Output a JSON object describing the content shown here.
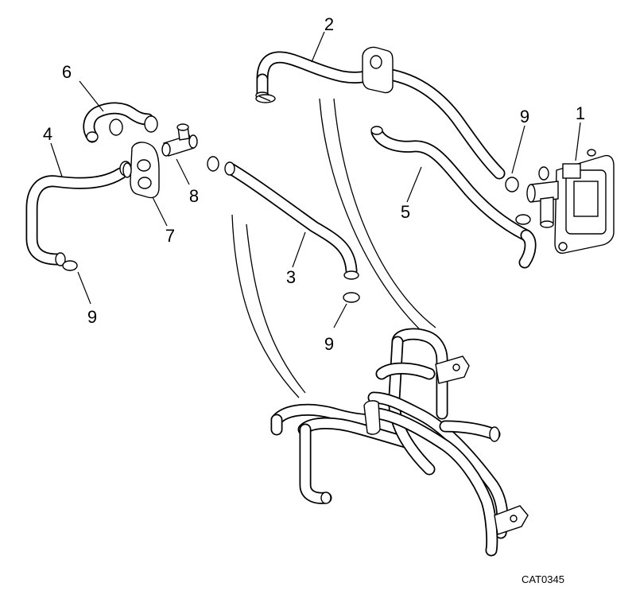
{
  "diagram": {
    "labels": {
      "p1": "1",
      "p2": "2",
      "p3": "3",
      "p4": "4",
      "p5": "5",
      "p6": "6",
      "p7": "7",
      "p8": "8",
      "p9a": "9",
      "p9b": "9",
      "p9c": "9"
    },
    "code": "CAT0345"
  }
}
